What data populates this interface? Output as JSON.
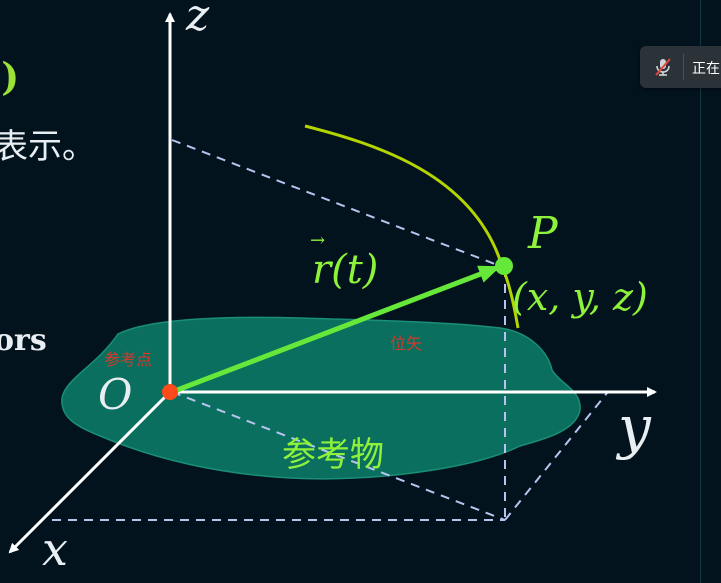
{
  "labels": {
    "z_axis": "z",
    "x_axis": "x",
    "y_axis": "y",
    "origin": "O",
    "point": "P",
    "point_coords": "(x, y, z)",
    "vector": "r(t)",
    "vector_arrow": "→",
    "reference_point": "参考点",
    "position_vector": "位矢",
    "reference_object": "参考物"
  },
  "cut_text": {
    "paren": "·)",
    "line1": "表示。",
    "line2": "ors"
  },
  "overlay": {
    "status": "正在"
  },
  "colors": {
    "background": "#02131e",
    "axis": "#ffffff",
    "vector": "#66e83a",
    "trajectory": "#b4d400",
    "dashed": "#b8c4ef",
    "blob": "#0b6f5f",
    "origin_dot": "#ff4a1c",
    "label_green": "#8ef23a",
    "label_red": "#d23a2a"
  }
}
